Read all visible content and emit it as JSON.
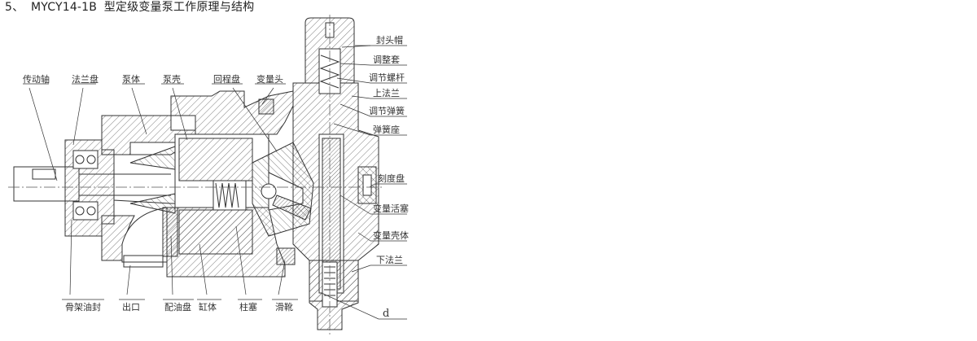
{
  "heading": {
    "number": "5、",
    "model": "MYCY14-1B",
    "title": "型定级变量泵工作原理与结构"
  },
  "labels": {
    "top": [
      "传动轴",
      "法兰盘",
      "泵体",
      "泵壳",
      "回程盘",
      "变量头"
    ],
    "right": [
      "封头帽",
      "调整套",
      "调节螺杆",
      "上法兰",
      "调节弹簧",
      "弹簧座",
      "刻度盘",
      "变量活塞",
      "变量壳体",
      "下法兰"
    ],
    "bottom": [
      "骨架油封",
      "出口",
      "配油盘",
      "缸体",
      "柱塞",
      "滑靴"
    ],
    "marker": "d"
  }
}
